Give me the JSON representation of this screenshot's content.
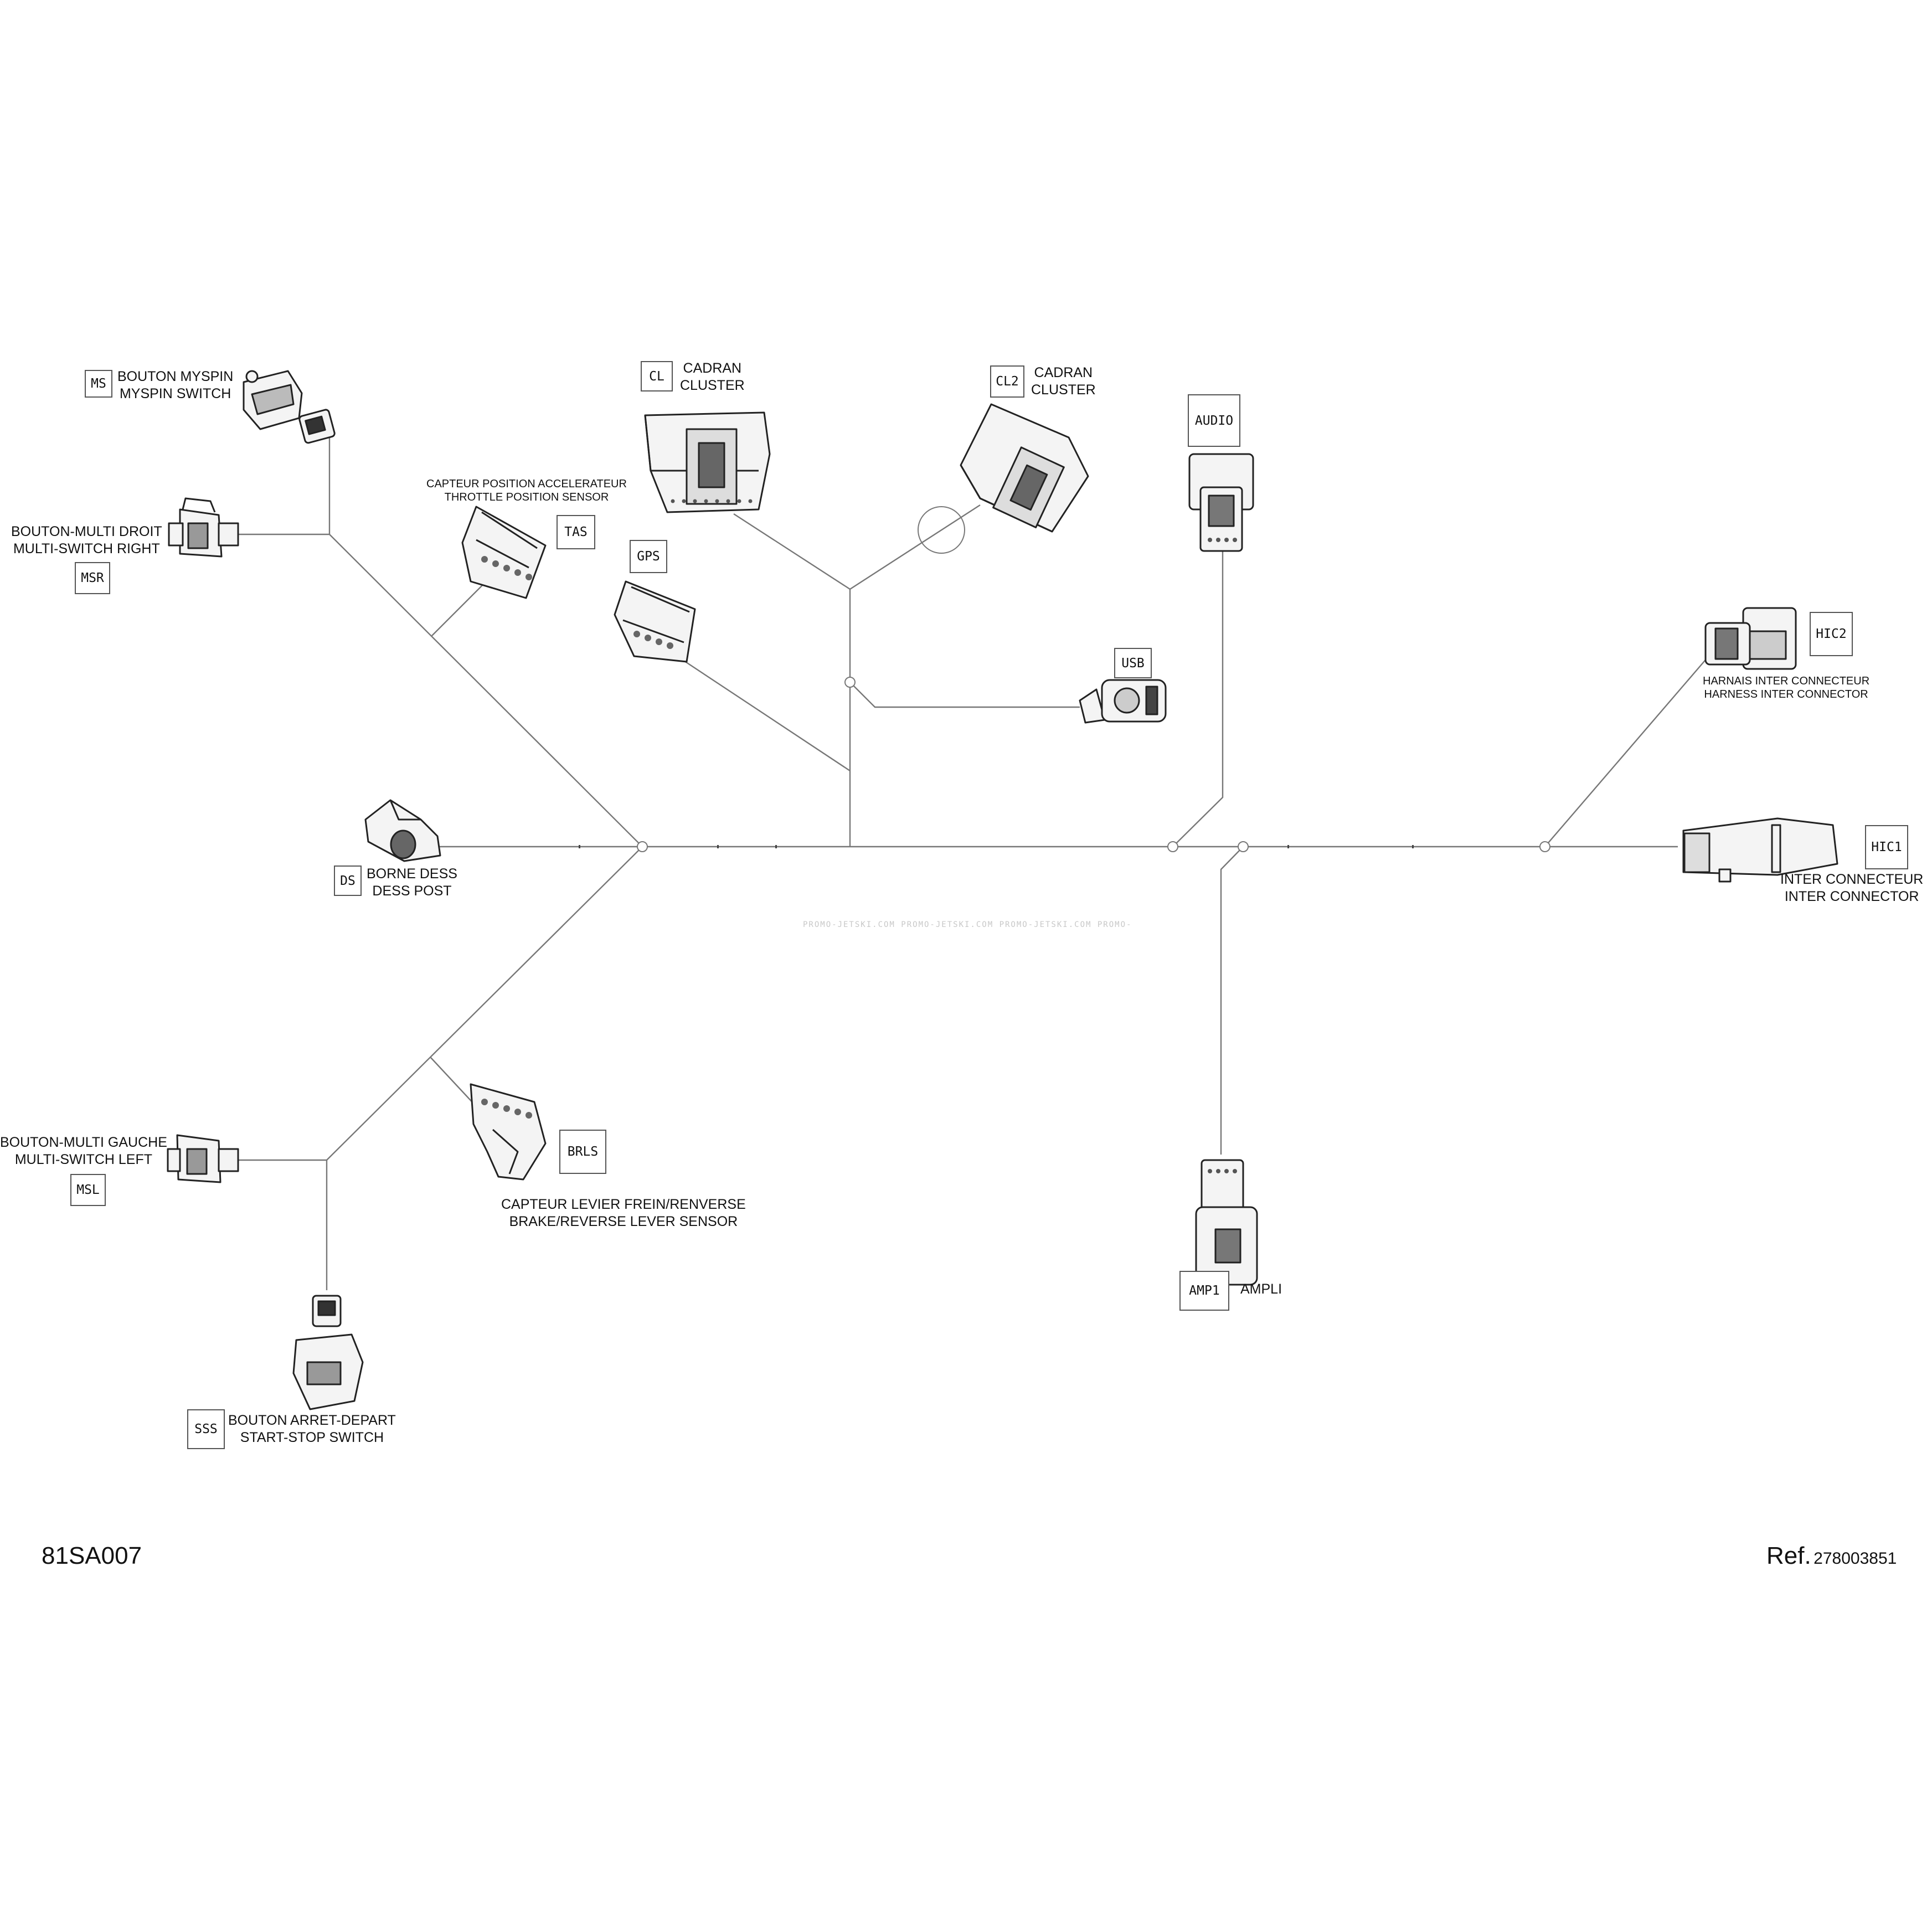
{
  "diagram_id": "81SA007",
  "reference": {
    "label": "Ref.",
    "number": "278003851"
  },
  "watermark": "PROMO-JETSKI.COM  PROMO-JETSKI.COM  PROMO-JETSKI.COM  PROMO-",
  "line_color": "#777777",
  "connectors": {
    "ms": {
      "code": "MS",
      "fr": "BOUTON MYSPIN",
      "en": "MYSPIN SWITCH"
    },
    "msr": {
      "code": "MSR",
      "fr": "BOUTON-MULTI DROIT",
      "en": "MULTI-SWITCH RIGHT"
    },
    "tas": {
      "code": "TAS",
      "fr": "CAPTEUR POSITION ACCELERATEUR",
      "en": "THROTTLE POSITION SENSOR"
    },
    "cl": {
      "code": "CL",
      "fr": "CADRAN",
      "en": "CLUSTER"
    },
    "cl2": {
      "code": "CL2",
      "fr": "CADRAN",
      "en": "CLUSTER"
    },
    "gps": {
      "code": "GPS"
    },
    "audio": {
      "code": "AUDIO"
    },
    "usb": {
      "code": "USB"
    },
    "hic2": {
      "code": "HIC2",
      "fr": "HARNAIS INTER CONNECTEUR",
      "en": "HARNESS INTER CONNECTOR"
    },
    "hic1": {
      "code": "HIC1",
      "fr": "INTER CONNECTEUR",
      "en": "INTER CONNECTOR"
    },
    "ds": {
      "code": "DS",
      "fr": "BORNE DESS",
      "en": "DESS POST"
    },
    "msl": {
      "code": "MSL",
      "fr": "BOUTON-MULTI GAUCHE",
      "en": "MULTI-SWITCH LEFT"
    },
    "brls": {
      "code": "BRLS",
      "fr": "CAPTEUR LEVIER FREIN/RENVERSE",
      "en": "BRAKE/REVERSE LEVER SENSOR"
    },
    "amp1": {
      "code": "AMP1",
      "fr": "AMPLI"
    },
    "sss": {
      "code": "SSS",
      "fr": "BOUTON ARRET-DEPART",
      "en": "START-STOP SWITCH"
    }
  }
}
